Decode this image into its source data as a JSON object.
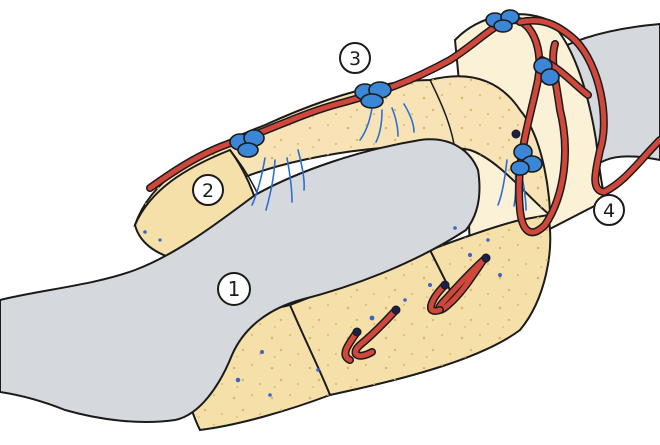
{
  "diagram": {
    "callouts": [
      {
        "id": "1",
        "text": "1"
      },
      {
        "id": "2",
        "text": "2"
      },
      {
        "id": "3",
        "text": "3"
      },
      {
        "id": "4",
        "text": "4"
      }
    ],
    "colors": {
      "axon": "#d5d8dc",
      "myelin": "#f8e3b6",
      "myelin_front": "#f6e0a9",
      "outer_layer": "#fbf1d6",
      "vessel": "#d0473b",
      "node_cluster": "#3c86d8",
      "fiber_strokes": "#2d6fd0",
      "dots": "#3d63c9",
      "outline": "#1b1b1b"
    }
  }
}
